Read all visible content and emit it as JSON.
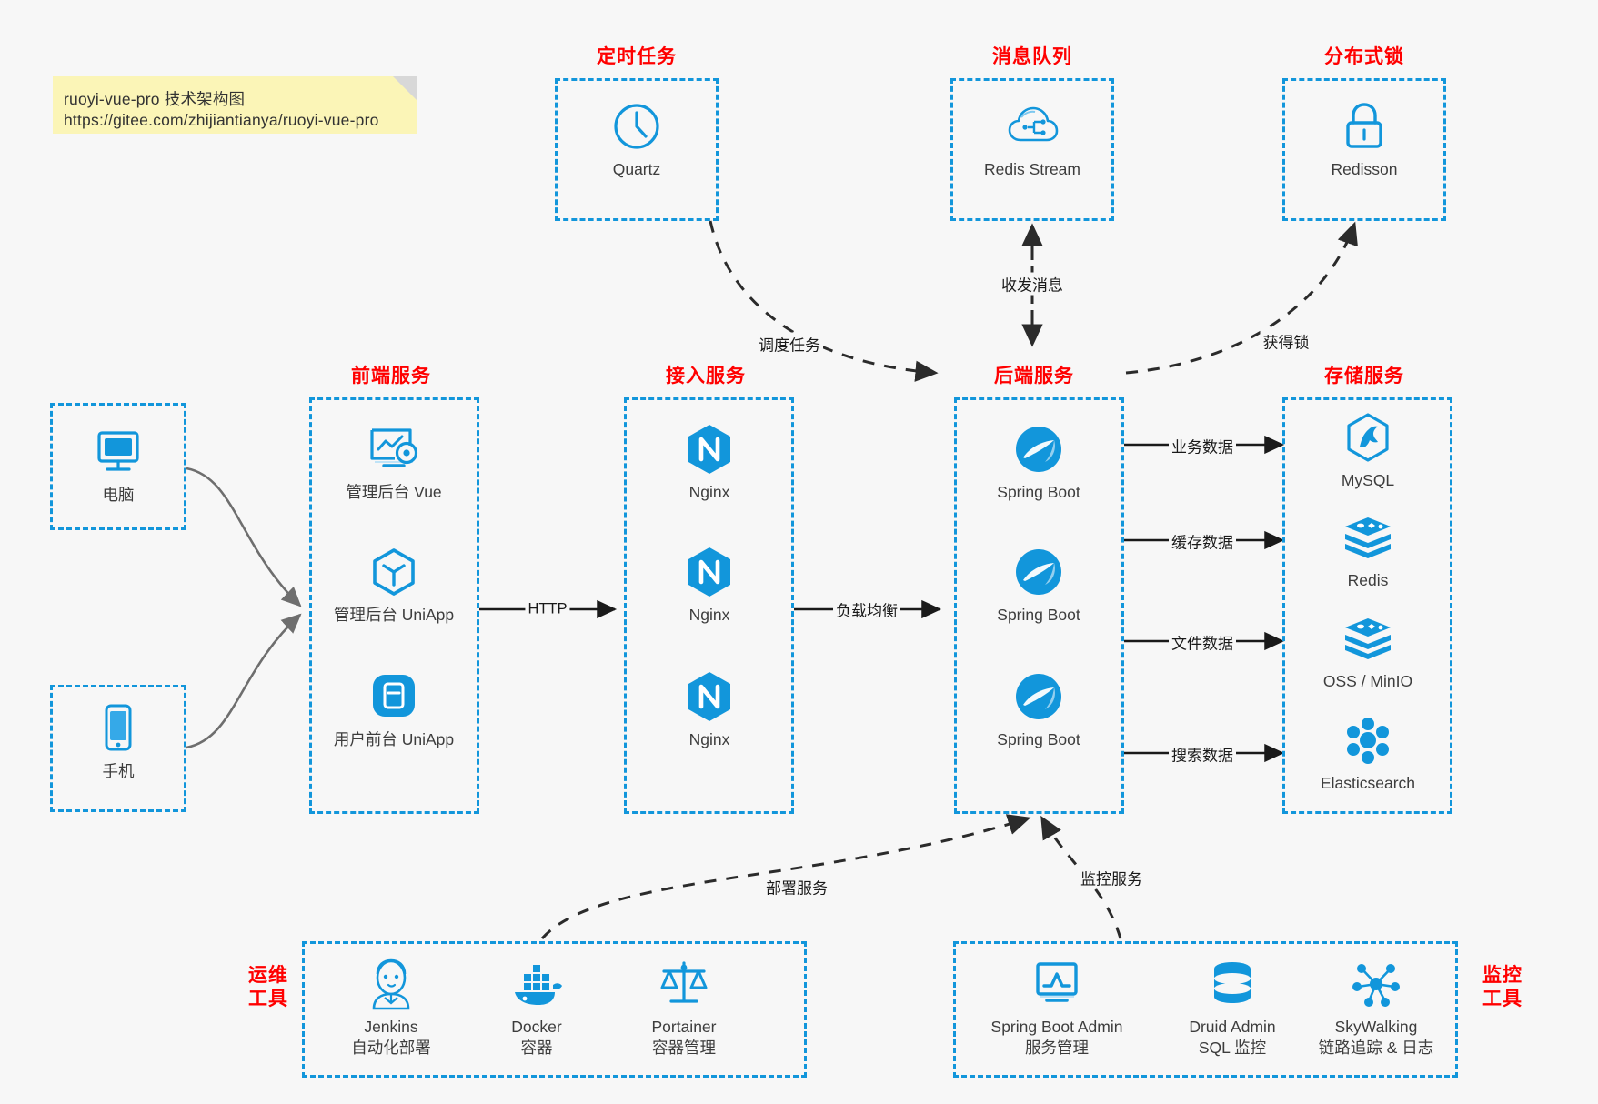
{
  "note": {
    "line1": "ruoyi-vue-pro 技术架构图",
    "line2": "https://gitee.com/zhijiantianya/ruoyi-vue-pro"
  },
  "colors": {
    "box_border": "#1296db",
    "title": "#ff0000",
    "icon": "#1296db",
    "canvas": "#f7f7f7",
    "arrow": "#1a1a1a",
    "client_arrow": "#808080",
    "note_bg": "#fbf5b7"
  },
  "groups": {
    "scheduler": {
      "title": "定时任务",
      "items": [
        {
          "label": "Quartz",
          "icon": "clock-icon"
        }
      ]
    },
    "mq": {
      "title": "消息队列",
      "items": [
        {
          "label": "Redis Stream",
          "icon": "cloud-stream-icon"
        }
      ]
    },
    "lock": {
      "title": "分布式锁",
      "items": [
        {
          "label": "Redisson",
          "icon": "lock-icon"
        }
      ]
    },
    "clients": {
      "items": [
        {
          "label": "电脑",
          "icon": "desktop-monitor-icon"
        },
        {
          "label": "手机",
          "icon": "mobile-phone-icon"
        }
      ]
    },
    "frontend": {
      "title": "前端服务",
      "items": [
        {
          "label": "管理后台 Vue",
          "icon": "dashboard-vue-icon"
        },
        {
          "label": "管理后台 UniApp",
          "icon": "uniapp-cube-icon"
        },
        {
          "label": "用户前台 UniApp",
          "icon": "mobile-app-icon"
        }
      ]
    },
    "gateway": {
      "title": "接入服务",
      "items": [
        {
          "label": "Nginx",
          "icon": "nginx-icon"
        },
        {
          "label": "Nginx",
          "icon": "nginx-icon"
        },
        {
          "label": "Nginx",
          "icon": "nginx-icon"
        }
      ]
    },
    "backend": {
      "title": "后端服务",
      "items": [
        {
          "label": "Spring Boot",
          "icon": "spring-boot-icon"
        },
        {
          "label": "Spring Boot",
          "icon": "spring-boot-icon"
        },
        {
          "label": "Spring Boot",
          "icon": "spring-boot-icon"
        }
      ]
    },
    "storage": {
      "title": "存储服务",
      "items": [
        {
          "label": "MySQL",
          "icon": "mysql-icon"
        },
        {
          "label": "Redis",
          "icon": "redis-icon"
        },
        {
          "label": "OSS / MinIO",
          "icon": "oss-minio-icon"
        },
        {
          "label": "Elasticsearch",
          "icon": "elasticsearch-icon"
        }
      ]
    },
    "devops": {
      "title_line1": "运维",
      "title_line2": "工具",
      "items": [
        {
          "label": "Jenkins",
          "sub": "自动化部署",
          "icon": "jenkins-icon"
        },
        {
          "label": "Docker",
          "sub": "容器",
          "icon": "docker-icon"
        },
        {
          "label": "Portainer",
          "sub": "容器管理",
          "icon": "portainer-scales-icon"
        }
      ]
    },
    "monitor": {
      "title_line1": "监控",
      "title_line2": "工具",
      "items": [
        {
          "label": "Spring Boot Admin",
          "sub": "服务管理",
          "icon": "monitor-chart-icon"
        },
        {
          "label": "Druid Admin",
          "sub": "SQL 监控",
          "icon": "database-stack-icon"
        },
        {
          "label": "SkyWalking",
          "sub": "链路追踪 & 日志",
          "icon": "skywalking-icon"
        }
      ]
    }
  },
  "edges": {
    "http": "HTTP",
    "load_balance": "负载均衡",
    "schedule_task": "调度任务",
    "send_receive_message": "收发消息",
    "acquire_lock": "获得锁",
    "business_data": "业务数据",
    "cache_data": "缓存数据",
    "file_data": "文件数据",
    "search_data": "搜索数据",
    "deploy_service": "部署服务",
    "monitor_service": "监控服务"
  }
}
